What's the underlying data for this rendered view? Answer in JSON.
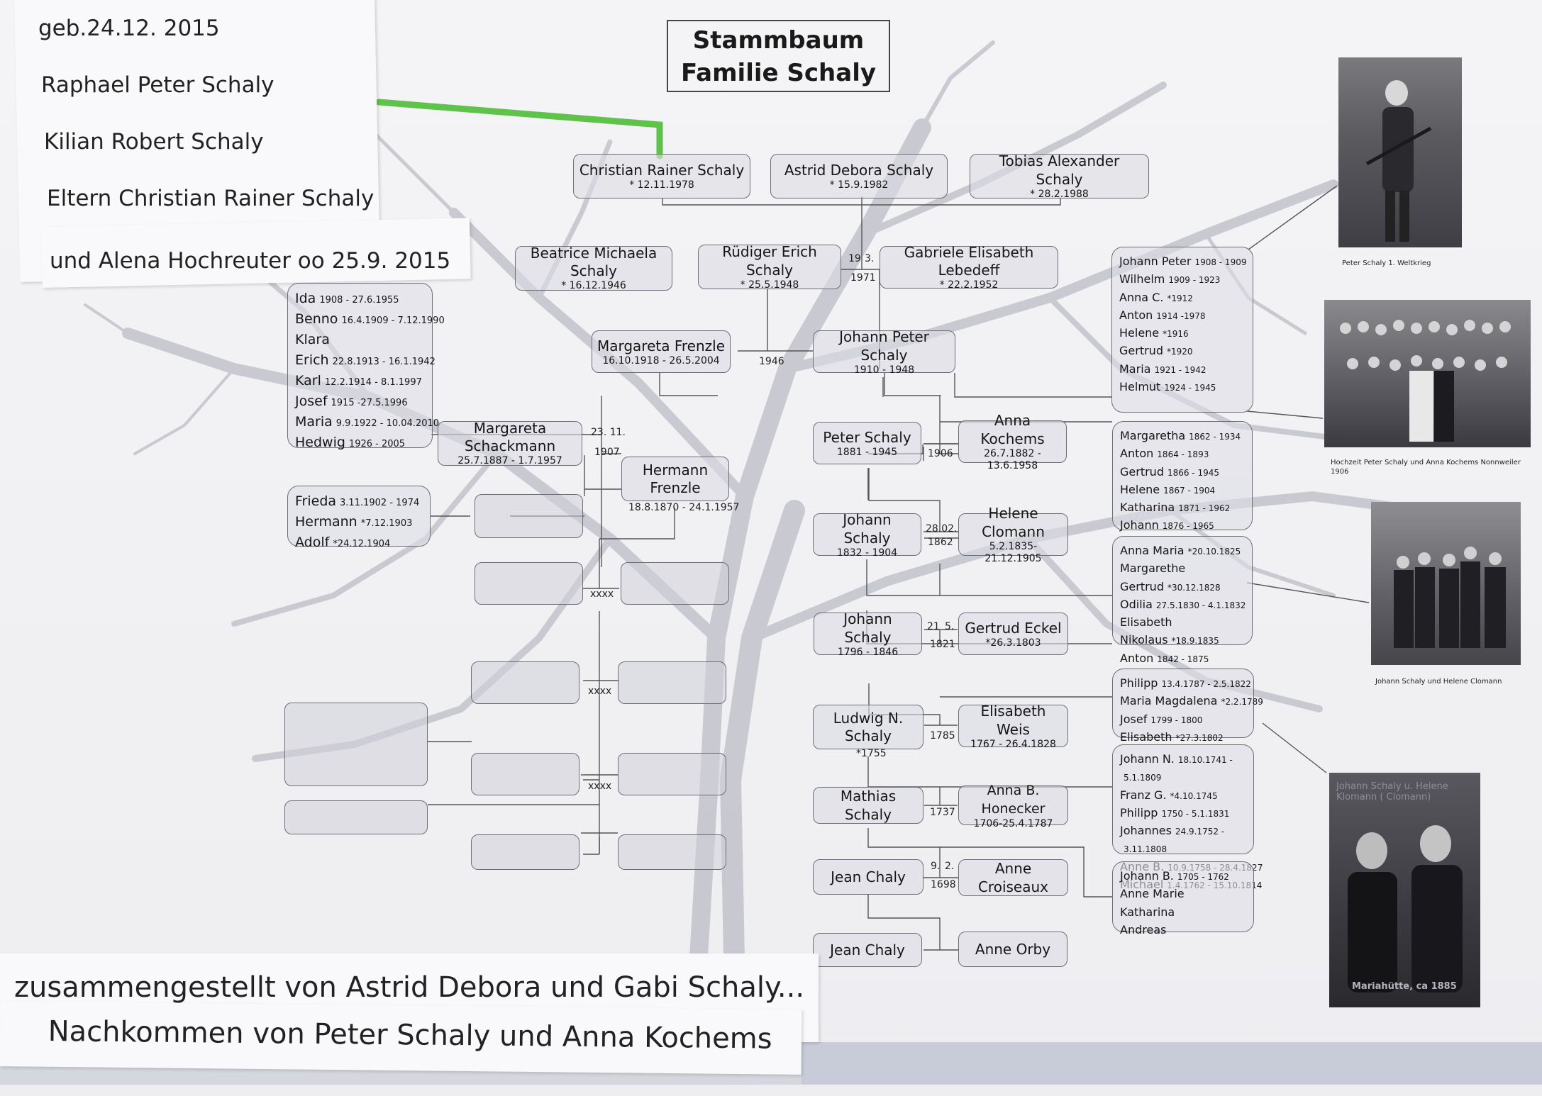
{
  "title": {
    "line1": "Stammbaum",
    "line2": "Familie Schaly"
  },
  "note": {
    "birth": "geb.24.12. 2015",
    "child1": "Raphael Peter Schaly",
    "child2": "Kilian Robert Schaly",
    "parents": "Eltern Christian Rainer Schaly",
    "mother": "und Alena Hochreuter oo 25.9. 2015"
  },
  "footer": {
    "line1": "zusammengestellt von Astrid Debora und Gabi Schaly...",
    "line2": "Nachkommen von Peter Schaly und Anna Kochems"
  },
  "persons": {
    "christian": {
      "name": "Christian Rainer Schaly",
      "dates": "* 12.11.1978"
    },
    "astrid": {
      "name": "Astrid Debora Schaly",
      "dates": "* 15.9.1982"
    },
    "tobias": {
      "name": "Tobias Alexander Schaly",
      "dates": "* 28.2.1988"
    },
    "beatrice": {
      "name": "Beatrice Michaela Schaly",
      "dates": "* 16.12.1946"
    },
    "ruediger": {
      "name": "Rüdiger Erich Schaly",
      "dates": "* 25.5.1948"
    },
    "gabriele": {
      "name": "Gabriele Elisabeth Lebedeff",
      "dates": "* 22.2.1952"
    },
    "margareta_f": {
      "name": "Margareta Frenzle",
      "dates": "16.10.1918 - 26.5.2004"
    },
    "johann_peter": {
      "name": "Johann Peter Schaly",
      "dates": "1910 - 1948"
    },
    "margareta_s": {
      "name": "Margareta Schackmann",
      "dates": "25.7.1887 - 1.7.1957"
    },
    "hermann": {
      "name": "Hermann Frenzle",
      "dates": "18.8.1870 - 24.1.1957"
    },
    "peter": {
      "name": "Peter Schaly",
      "dates": "1881 - 1945"
    },
    "anna_k": {
      "name": "Anna Kochems",
      "dates": "26.7.1882 - 13.6.1958"
    },
    "johann_1832": {
      "name": "Johann Schaly",
      "dates": "1832 - 1904"
    },
    "helene": {
      "name": "Helene Clomann",
      "dates": "5.2.1835-21.12.1905"
    },
    "johann_1796": {
      "name": "Johann Schaly",
      "dates": "1796 - 1846"
    },
    "gertrud": {
      "name": "Gertrud Eckel",
      "dates": "*26.3.1803"
    },
    "ludwig": {
      "name": "Ludwig N. Schaly",
      "dates": "*1755"
    },
    "elisabeth": {
      "name": "Elisabeth Weis",
      "dates": "1767 - 26.4.1828"
    },
    "mathias": {
      "name": "Mathias Schaly",
      "dates": ""
    },
    "anna_h": {
      "name": "Anna B. Honecker",
      "dates": "1706-25.4.1787"
    },
    "jean1": {
      "name": "Jean Chaly",
      "dates": ""
    },
    "anne_c": {
      "name": "Anne Croiseaux",
      "dates": ""
    },
    "jean2": {
      "name": "Jean Chaly",
      "dates": ""
    },
    "anne_o": {
      "name": "Anne Orby",
      "dates": ""
    }
  },
  "marriages": {
    "m1971a": "19",
    "m1971b": "3.",
    "m1971c": "1971",
    "m1946": "1946",
    "m1907a": "23. 11.",
    "m1907b": "1907",
    "m1906": "1906",
    "m1862a": "28.02.",
    "m1862b": "1862",
    "m1821a": "21",
    "m1821b": "5.",
    "m1821c": "1821",
    "m1785": "1785",
    "m1737": "1737",
    "m1698a": "9.",
    "m1698b": "2.",
    "m1698c": "1698",
    "x1": "xxxx",
    "x2": "xxxx",
    "x3": "xxxx"
  },
  "siblings_frenzle": [
    {
      "name": "Ida",
      "dates": "1908 - 27.6.1955"
    },
    {
      "name": "Benno",
      "dates": "16.4.1909 - 7.12.1990"
    },
    {
      "name": "Klara",
      "dates": ""
    },
    {
      "name": "Erich",
      "dates": "22.8.1913 - 16.1.1942"
    },
    {
      "name": "Karl",
      "dates": "12.2.1914 - 8.1.1997"
    },
    {
      "name": "Josef",
      "dates": "1915 -27.5.1996"
    },
    {
      "name": "Maria",
      "dates": "9.9.1922 - 10.04.2010"
    },
    {
      "name": "Hedwig",
      "dates": "1926 - 2005"
    }
  ],
  "siblings_schackmann": [
    {
      "name": "Frieda",
      "dates": "3.11.1902 - 1974"
    },
    {
      "name": "Hermann",
      "dates": "*7.12.1903"
    },
    {
      "name": "Adolf",
      "dates": "*24.12.1904"
    }
  ],
  "siblings_johann_peter": [
    {
      "name": "Johann Peter",
      "dates": "1908 - 1909"
    },
    {
      "name": "Wilhelm",
      "dates": "1909 - 1923"
    },
    {
      "name": "Anna C.",
      "dates": "*1912"
    },
    {
      "name": "Anton",
      "dates": "1914 -1978"
    },
    {
      "name": "Helene",
      "dates": "*1916"
    },
    {
      "name": "Gertrud",
      "dates": "*1920"
    },
    {
      "name": "Maria",
      "dates": "1921 - 1942"
    },
    {
      "name": "Helmut",
      "dates": "1924 - 1945"
    }
  ],
  "siblings_peter": [
    {
      "name": "Margaretha",
      "dates": "1862 - 1934"
    },
    {
      "name": "Anton",
      "dates": "1864 - 1893"
    },
    {
      "name": "Gertrud",
      "dates": "1866 - 1945"
    },
    {
      "name": "Helene",
      "dates": "1867 - 1904"
    },
    {
      "name": "Katharina",
      "dates": "1871 - 1962"
    },
    {
      "name": "Johann",
      "dates": "1876 - 1965"
    }
  ],
  "siblings_johann_1832": [
    {
      "name": "Anna Maria",
      "dates": "*20.10.1825"
    },
    {
      "name": "Margarethe",
      "dates": ""
    },
    {
      "name": "Gertrud",
      "dates": "*30.12.1828"
    },
    {
      "name": "Odilia",
      "dates": "27.5.1830 - 4.1.1832"
    },
    {
      "name": "Elisabeth",
      "dates": ""
    },
    {
      "name": "Nikolaus",
      "dates": "*18.9.1835"
    },
    {
      "name": "Anton",
      "dates": "1842 - 1875"
    }
  ],
  "siblings_johann_1796": [
    {
      "name": "Philipp",
      "dates": "13.4.1787 - 2.5.1822"
    },
    {
      "name": "Maria Magdalena",
      "dates": "*2.2.1789"
    },
    {
      "name": "Josef",
      "dates": "1799 - 1800"
    },
    {
      "name": "Elisabeth",
      "dates": "*27.3.1802"
    }
  ],
  "siblings_ludwig": [
    {
      "name": "Johann N.",
      "dates": "18.10.1741 -"
    },
    {
      "name": "",
      "dates": "5.1.1809"
    },
    {
      "name": "Franz G.",
      "dates": "*4.10.1745"
    },
    {
      "name": "Philipp",
      "dates": "1750 - 5.1.1831"
    },
    {
      "name": "Johannes",
      "dates": "24.9.1752 -"
    },
    {
      "name": "",
      "dates": "3.11.1808"
    },
    {
      "name": "Anne B.",
      "dates": "10.9.1758 - 28.4.1827"
    },
    {
      "name": "Michael",
      "dates": "1.4.1762 - 15.10.1814"
    }
  ],
  "siblings_mathias": [
    {
      "name": "Johann B.",
      "dates": "1705 - 1762"
    },
    {
      "name": "Anne Marie",
      "dates": ""
    },
    {
      "name": "Katharina",
      "dates": ""
    },
    {
      "name": "Andreas",
      "dates": ""
    }
  ],
  "photos": {
    "p1_caption": "Peter Schaly 1. Weltkrieg",
    "p2_caption": "Hochzeit Peter Schaly und Anna Kochems Nonnweiler 1906",
    "p3_caption": "Johann Schaly und Helene Clomann",
    "p4_overlay": "Johann Schaly u. Helene Klomann ( Clomann)",
    "p4_bottom": "Mariahütte, ca 1885"
  },
  "colors": {
    "highlight_line": "#5fc24a",
    "box_border": "#6e6e78",
    "tree": "#b9b9c4"
  }
}
